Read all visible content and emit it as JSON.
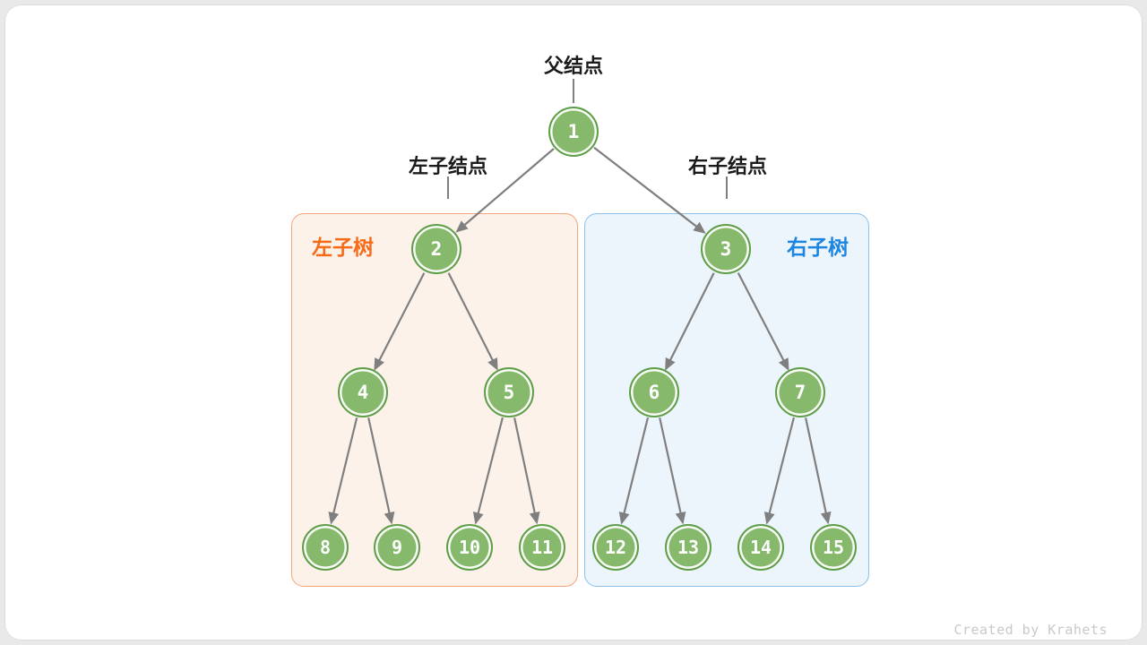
{
  "page": {
    "watermark": "Created by Krahets"
  },
  "labels": {
    "parent_node": "父结点",
    "left_child_node": "左子结点",
    "right_child_node": "右子结点",
    "left_subtree": "左子树",
    "right_subtree": "右子树"
  },
  "colors": {
    "node_fill": "#86b96c",
    "node_border": "#5f9e49",
    "edge": "#7f7f7f",
    "left_subtree_fill": "#fdf2ea",
    "left_subtree_border": "#f2a47c",
    "left_subtree_label": "#f56b18",
    "right_subtree_fill": "#ecf4fc",
    "right_subtree_border": "#8cc0e8",
    "right_subtree_label": "#1d86e0"
  },
  "tree": {
    "nodes": [
      {
        "value": "1"
      },
      {
        "value": "2"
      },
      {
        "value": "3"
      },
      {
        "value": "4"
      },
      {
        "value": "5"
      },
      {
        "value": "6"
      },
      {
        "value": "7"
      },
      {
        "value": "8"
      },
      {
        "value": "9"
      },
      {
        "value": "10"
      },
      {
        "value": "11"
      },
      {
        "value": "12"
      },
      {
        "value": "13"
      },
      {
        "value": "14"
      },
      {
        "value": "15"
      }
    ],
    "edges": [
      [
        1,
        2
      ],
      [
        1,
        3
      ],
      [
        2,
        4
      ],
      [
        2,
        5
      ],
      [
        3,
        6
      ],
      [
        3,
        7
      ],
      [
        4,
        8
      ],
      [
        4,
        9
      ],
      [
        5,
        10
      ],
      [
        5,
        11
      ],
      [
        6,
        12
      ],
      [
        6,
        13
      ],
      [
        7,
        14
      ],
      [
        7,
        15
      ]
    ],
    "left_subtree_nodes": [
      2,
      4,
      5,
      8,
      9,
      10,
      11
    ],
    "right_subtree_nodes": [
      3,
      6,
      7,
      12,
      13,
      14,
      15
    ]
  }
}
